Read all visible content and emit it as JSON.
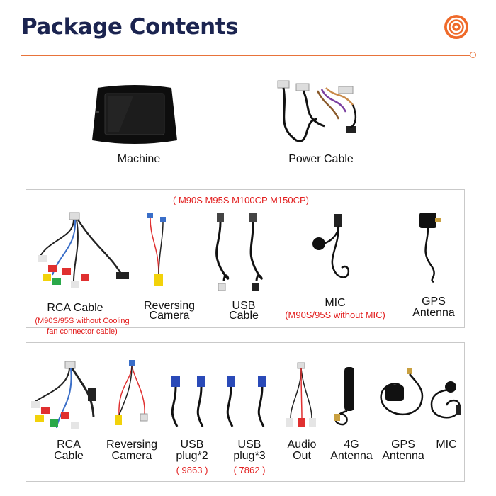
{
  "header": {
    "title": "Package Contents",
    "accent_color": "#e8733a",
    "title_color": "#1b2450",
    "logo_icon": "spiral-logo-icon"
  },
  "top_items": [
    {
      "label": "Machine",
      "icon": "car-stereo-unit-icon"
    },
    {
      "label": "Power Cable",
      "icon": "power-harness-icon"
    }
  ],
  "section1": {
    "models_note": "( M90S M95S M100CP M150CP)",
    "items": [
      {
        "label_line1": "RCA Cable",
        "note_line1": "(M90S/95S without Cooling",
        "note_line2": "fan connector cable)"
      },
      {
        "label_line1": "Reversing",
        "label_line2": "Camera"
      },
      {
        "label_line1": "USB",
        "label_line2": "Cable"
      },
      {
        "label_line1": "MIC",
        "note_line1": "(M90S/95S without MIC)"
      },
      {
        "label_line1": "GPS",
        "label_line2": "Antenna"
      }
    ]
  },
  "section2": {
    "items": [
      {
        "label_line1": "RCA",
        "label_line2": "Cable"
      },
      {
        "label_line1": "Reversing",
        "label_line2": "Camera"
      },
      {
        "label_line1": "USB",
        "label_line2": "plug*2",
        "note_line1": "( 9863 )"
      },
      {
        "label_line1": "USB",
        "label_line2": "plug*3",
        "note_line1": "( 7862 )"
      },
      {
        "label_line1": "Audio",
        "label_line2": "Out"
      },
      {
        "label_line1": "4G",
        "label_line2": "Antenna"
      },
      {
        "label_line1": "GPS",
        "label_line2": "Antenna"
      },
      {
        "label_line1": "MIC"
      }
    ]
  }
}
